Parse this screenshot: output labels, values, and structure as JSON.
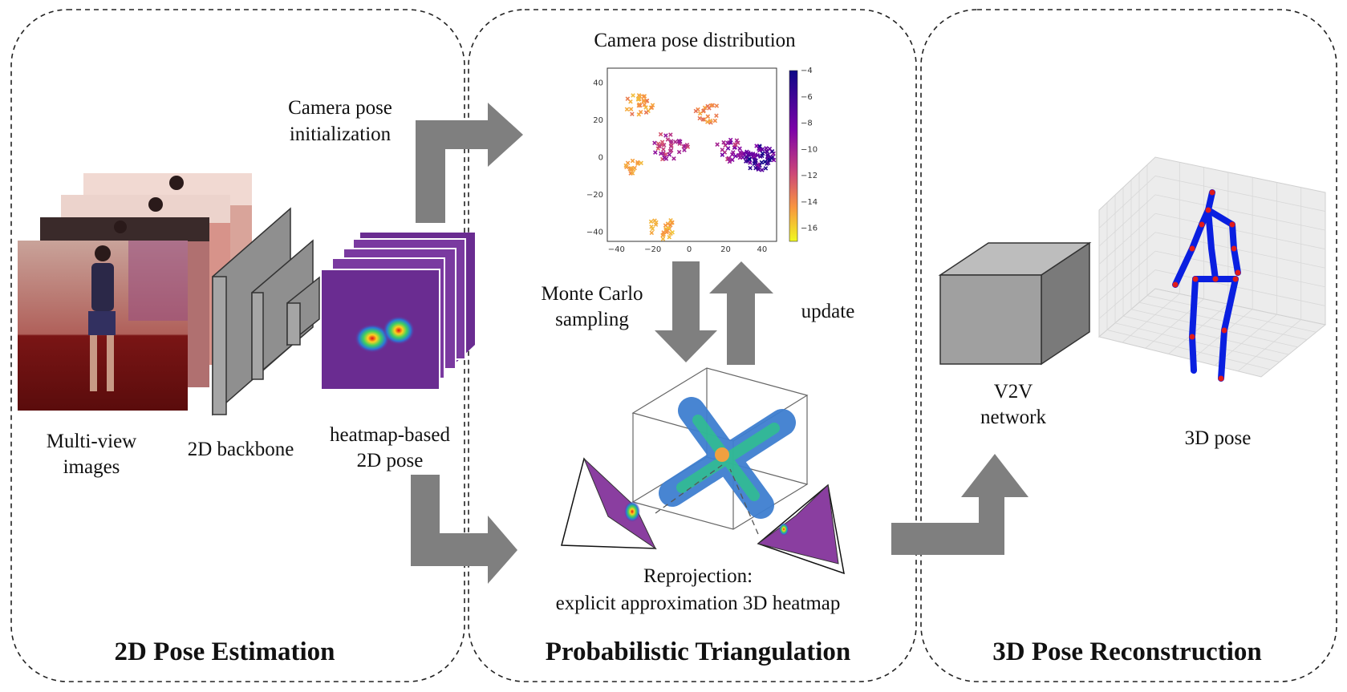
{
  "panels": {
    "left_title": "2D Pose Estimation",
    "middle_title": "Probabilistic Triangulation",
    "right_title": "3D Pose Reconstruction"
  },
  "labels": {
    "multiview": [
      "Multi-view",
      "images"
    ],
    "backbone": "2D backbone",
    "heatmap": [
      "heatmap-based",
      "2D pose"
    ],
    "camera_init": [
      "Camera pose",
      "initialization"
    ],
    "camera_dist": "Camera pose distribution",
    "monte_carlo": [
      "Monte Carlo",
      "sampling"
    ],
    "update": "update",
    "reprojection": [
      "Reprojection:",
      "explicit approximation 3D heatmap"
    ],
    "v2v": [
      "V2V",
      "network"
    ],
    "pose3d": "3D pose"
  },
  "scatter": {
    "x_ticks": [
      "−40",
      "−20",
      "0",
      "20",
      "40"
    ],
    "y_ticks": [
      "40",
      "20",
      "0",
      "−20",
      "−40"
    ],
    "colorbar_ticks": [
      "−4",
      "−6",
      "−8",
      "−10",
      "−12",
      "−14",
      "−16"
    ],
    "colorbar_range": [
      -17,
      -4
    ],
    "clusters": [
      {
        "x": 38,
        "y": 0,
        "n": 70,
        "spread": 9,
        "tone": 0.15
      },
      {
        "x": 22,
        "y": 4,
        "n": 30,
        "spread": 8,
        "tone": 0.35
      },
      {
        "x": -10,
        "y": 6,
        "n": 40,
        "spread": 10,
        "tone": 0.45
      },
      {
        "x": -28,
        "y": 28,
        "n": 30,
        "spread": 8,
        "tone": 0.8
      },
      {
        "x": 10,
        "y": 25,
        "n": 20,
        "spread": 8,
        "tone": 0.75
      },
      {
        "x": -15,
        "y": -38,
        "n": 30,
        "spread": 8,
        "tone": 0.85
      },
      {
        "x": -30,
        "y": -5,
        "n": 15,
        "spread": 5,
        "tone": 0.8
      }
    ]
  },
  "colors": {
    "arrow": "#7f7f7f",
    "heatmap_purple": "#6a2c91",
    "skeleton_blue": "#0a1fe0",
    "joint_red": "#e01b1b"
  }
}
